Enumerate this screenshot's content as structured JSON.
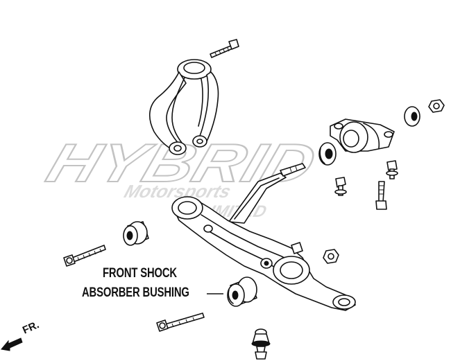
{
  "diagram": {
    "callout": {
      "line1": "FRONT SHOCK",
      "line2": "ABSORBER BUSHING"
    },
    "direction_label": "FR.",
    "watermark": {
      "brand": "HYBRID",
      "sub1": "Motorsports",
      "sub2": "UNLIMITED"
    },
    "colors": {
      "line": "#111111",
      "watermark": "#b9b9b9"
    }
  }
}
